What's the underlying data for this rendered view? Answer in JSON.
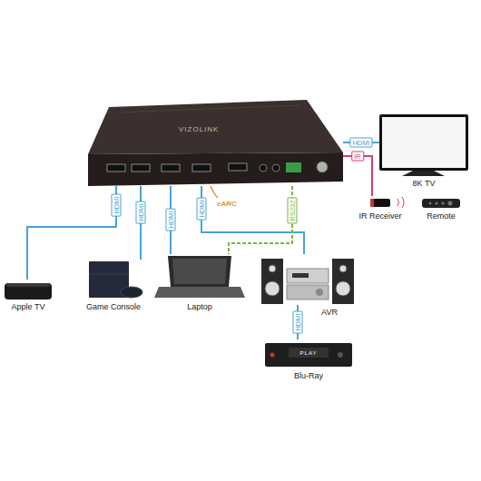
{
  "diagram": {
    "nodes": [
      {
        "text": [
          "VIZOLINK"
        ]
      },
      {
        "text": [
          "8K TV"
        ]
      },
      {
        "text": [
          "IR Receiver"
        ]
      },
      {
        "text": [
          "Remote"
        ]
      },
      {
        "text": [
          "Apple TV"
        ]
      },
      {
        "text": [
          "Game Console"
        ]
      },
      {
        "text": [
          "Laptop"
        ]
      },
      {
        "text": [
          "AVR"
        ]
      },
      {
        "text": [
          "Blu-Ray"
        ]
      }
    ],
    "edges": [
      {
        "from": 0,
        "to": 4,
        "label": "HDMI",
        "arrow": "none"
      },
      {
        "from": 0,
        "to": 5,
        "label": "HDMI",
        "arrow": "none"
      },
      {
        "from": 0,
        "to": 6,
        "label": "HDMI",
        "arrow": "none"
      },
      {
        "from": 0,
        "to": 7,
        "label": "HDMI",
        "arrow": "none"
      },
      {
        "from": 0,
        "to": 6,
        "label": "RS232",
        "arrow": "none"
      },
      {
        "from": 0,
        "to": 1,
        "label": "HDMI",
        "arrow": "none"
      },
      {
        "from": 0,
        "to": 2,
        "label": "IR",
        "arrow": "none"
      },
      {
        "from": 8,
        "to": 7,
        "label": "HDMI",
        "arrow": "none"
      }
    ],
    "labels": [
      "eARC",
      "PLAY"
    ]
  }
}
